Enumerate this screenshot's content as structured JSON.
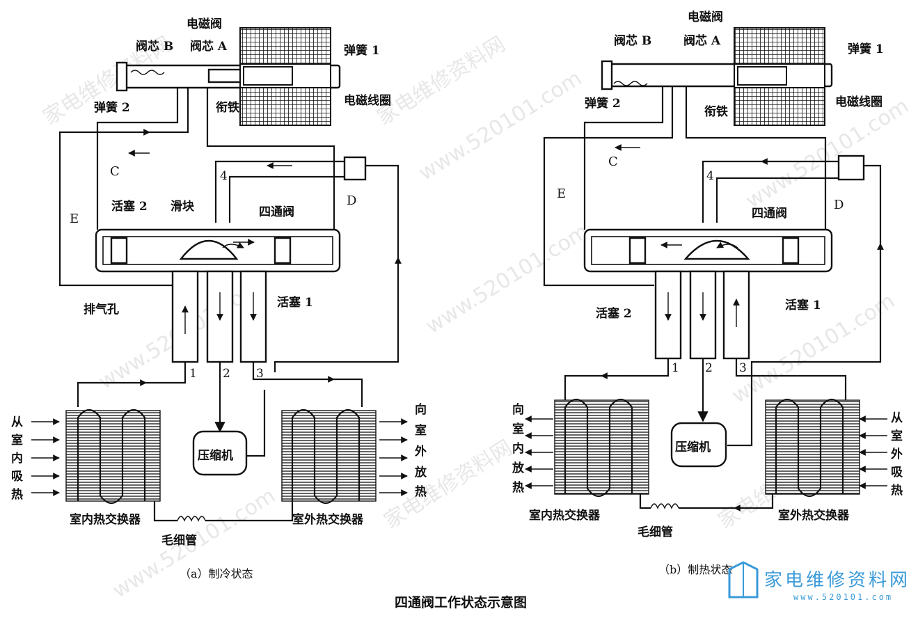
{
  "watermark": "www.520101.com",
  "watermark_cn": "家电维修资料网",
  "logo": {
    "text": "家电维修资料网",
    "url": "www.520101.com"
  },
  "title": "四通阀工作状态示意图",
  "panels": [
    {
      "caption": "（a）制冷状态",
      "labels": {
        "solenoid_valve": "电磁阀",
        "core_a": "阀芯 A",
        "core_b": "阀芯 B",
        "spring1": "弹簧 1",
        "spring2": "弹簧 2",
        "armature": "衔铁",
        "coil": "电磁线圈",
        "piston1": "活塞 1",
        "piston2": "活塞 2",
        "slider": "滑块",
        "four_way": "四通阀",
        "vent": "排气孔",
        "compressor": "压缩机",
        "indoor_hx": "室内热交换器",
        "outdoor_hx": "室外热交换器",
        "capillary": "毛细管",
        "C": "C",
        "D": "D",
        "E": "E",
        "port4": "4",
        "port1": "1",
        "port2": "2",
        "port3": "3"
      },
      "side_left": [
        "从",
        "室",
        "内",
        "吸",
        "热"
      ],
      "side_right": [
        "向",
        "室",
        "外",
        "放",
        "热"
      ]
    },
    {
      "caption": "（b）制热状态",
      "labels": {
        "solenoid_valve": "电磁阀",
        "core_a": "阀芯 A",
        "core_b": "阀芯 B",
        "spring1": "弹簧 1",
        "spring2": "弹簧 2",
        "armature": "衔铁",
        "coil": "电磁线圈",
        "piston1": "活塞 1",
        "piston2": "活塞 2",
        "four_way": "四通阀",
        "compressor": "压缩机",
        "indoor_hx": "室内热交换器",
        "outdoor_hx": "室外热交换器",
        "capillary": "毛细管",
        "C": "C",
        "D": "D",
        "E": "E",
        "port4": "4",
        "port1": "1",
        "port2": "2",
        "port3": "3"
      },
      "side_left": [
        "向",
        "室",
        "内",
        "放",
        "热"
      ],
      "side_right": [
        "从",
        "室",
        "外",
        "吸",
        "热"
      ]
    }
  ]
}
